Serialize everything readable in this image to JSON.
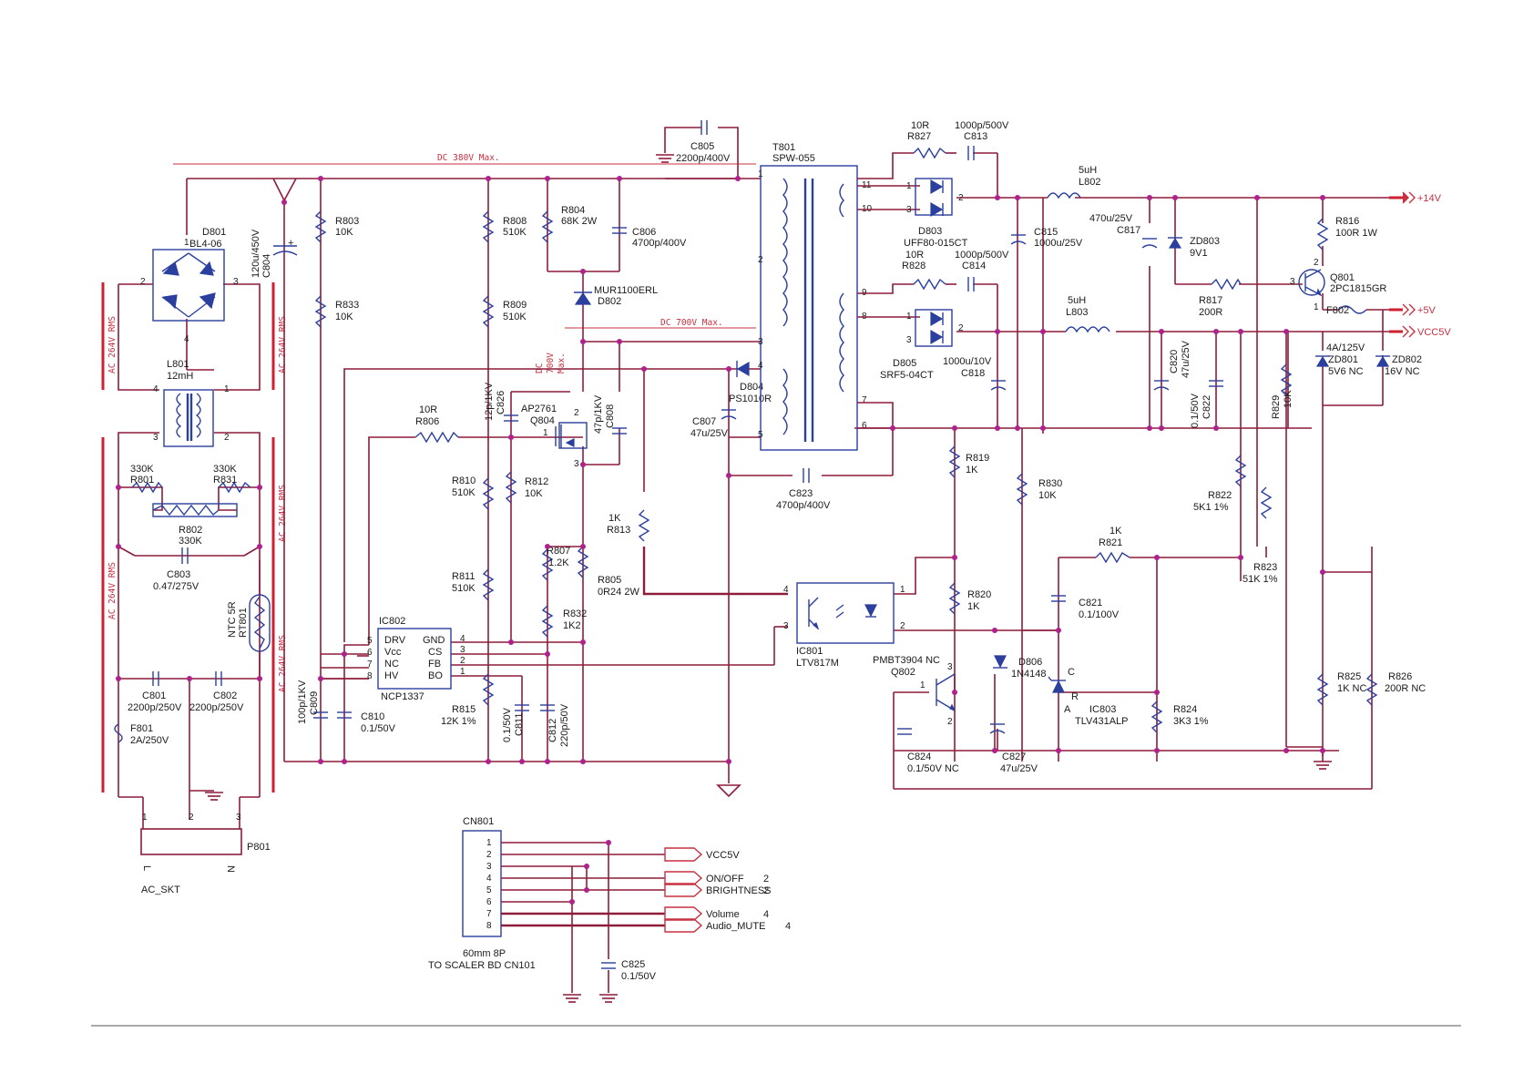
{
  "labels": {
    "dc380": "DC 380V Max.",
    "dc700": "DC 700V Max.",
    "dc700v1": "DC",
    "dc700v2": "700V",
    "dc700v3": "Max.",
    "ac1": "AC 264V RMS",
    "ac2": "AC 264V RMS",
    "ac3": "AC 264V RMS",
    "ac4": "AC 264V RMS",
    "ac5": "AC 264V RMS"
  },
  "parts": {
    "d801_ref": "D801",
    "d801_val": "BL4-06",
    "c804_ref": "C804",
    "c804_val": "120u/450V",
    "l801_ref": "L801",
    "l801_val": "12mH",
    "r801_ref": "R801",
    "r801_val": "330K",
    "r831_ref": "R831",
    "r831_val": "330K",
    "r802_ref": "R802",
    "r802_val": "330K",
    "c803_ref": "C803",
    "c803_val": "0.47/275V",
    "rt801_ref": "RT801",
    "rt801_val": "NTC 5R",
    "c801_ref": "C801",
    "c801_val": "2200p/250V",
    "c802_ref": "C802",
    "c802_val": "2200p/250V",
    "f801_ref": "F801",
    "f801_val": "2A/250V",
    "p801_ref": "P801",
    "p801_name": "AC_SKT",
    "p801_l": "L",
    "p801_n": "N",
    "r803_ref": "R803",
    "r803_val": "10K",
    "r833_ref": "R833",
    "r833_val": "10K",
    "c809_ref": "C809",
    "c809_val": "100p/1KV",
    "c810_ref": "C810",
    "c810_val": "0.1/50V",
    "ic802_ref": "IC802",
    "ic802_part": "NCP1337",
    "ic802_drv": "DRV",
    "ic802_vcc": "Vcc",
    "ic802_nc": "NC",
    "ic802_hv": "HV",
    "ic802_gnd": "GND",
    "ic802_cs": "CS",
    "ic802_fb": "FB",
    "ic802_bo": "BO",
    "r806_ref": "R806",
    "r806_val": "10R",
    "c826_ref": "C826",
    "c826_val": "12p/1KV",
    "r808_ref": "R808",
    "r808_val": "510K",
    "r809_ref": "R809",
    "r809_val": "510K",
    "r810_ref": "R810",
    "r810_val": "510K",
    "r811_ref": "R811",
    "r811_val": "510K",
    "r815_ref": "R815",
    "r815_val": "12K 1%",
    "c811_ref": "C811",
    "c811_val": "0.1/50V",
    "r804_ref": "R804",
    "r804_val": "68K 2W",
    "c806_ref": "C806",
    "c806_val": "4700p/400V",
    "c805_ref": "C805",
    "c805_val": "2200p/400V",
    "d802_ref": "D802",
    "d802_val": "MUR1100ERL",
    "q804_ref": "Q804",
    "q804_val": "AP2761",
    "c808_ref": "C808",
    "c808_val": "47p/1KV",
    "r812_ref": "R812",
    "r812_val": "10K",
    "r807_ref": "R807",
    "r807_val": "1.2K",
    "r832_ref": "R832",
    "r832_val": "1K2",
    "r805_ref": "R805",
    "r805_val": "0R24 2W",
    "c812_ref": "C812",
    "c812_val": "220p/50V",
    "r813_ref": "R813",
    "r813_val": "1K",
    "d804_ref": "D804",
    "d804_val": "PS1010R",
    "c807_ref": "C807",
    "c807_val": "47u/25V",
    "t801_ref": "T801",
    "t801_val": "SPW-055",
    "c823_ref": "C823",
    "c823_val": "4700p/400V",
    "ic801_ref": "IC801",
    "ic801_part": "LTV817M",
    "r827_ref": "R827",
    "r827_val": "10R",
    "c813_ref": "C813",
    "c813_val": "1000p/500V",
    "d803_ref": "D803",
    "d803_val": "UFF80-015CT",
    "r828_ref": "R828",
    "r828_val": "10R",
    "c814_ref": "C814",
    "c814_val": "1000p/500V",
    "d805_ref": "D805",
    "d805_val": "SRF5-04CT",
    "c818_ref": "C818",
    "c818_val": "1000u/10V",
    "l802_ref": "L802",
    "l802_val": "5uH",
    "l803_ref": "L803",
    "l803_val": "5uH",
    "c815_ref": "C815",
    "c815_val": "1000u/25V",
    "c817_ref": "C817",
    "c817_val": "470u/25V",
    "zd803_ref": "ZD803",
    "zd803_val": "9V1",
    "r817_ref": "R817",
    "r817_val": "200R",
    "r816_ref": "R816",
    "r816_val": "100R 1W",
    "q801_ref": "Q801",
    "q801_val": "2PC1815GR",
    "f802_ref": "F802",
    "f802_val": "4A/125V",
    "zd801_ref": "ZD801",
    "zd801_val": "5V6 NC",
    "zd802_ref": "ZD802",
    "zd802_val": "16V NC",
    "c820_ref": "C820",
    "c820_val": "47u/25V",
    "c822_ref": "C822",
    "c822_val": "0.1/50V",
    "r829_ref": "R829",
    "r829_val": "10K",
    "r819_ref": "R819",
    "r819_val": "1K",
    "r830_ref": "R830",
    "r830_val": "10K",
    "r822_ref": "R822",
    "r822_val": "5K1 1%",
    "r823_ref": "R823",
    "r823_val": "51K 1%",
    "r821_ref": "R821",
    "r821_val": "1K",
    "r820_ref": "R820",
    "r820_val": "1K",
    "c821_ref": "C821",
    "c821_val": "0.1/100V",
    "d806_ref": "D806",
    "d806_val": "1N4148",
    "q802_ref": "Q802",
    "q802_val": "PMBT3904 NC",
    "ic803_ref": "IC803",
    "ic803_part": "TLV431ALP",
    "ic803_c": "C",
    "ic803_r": "R",
    "ic803_a": "A",
    "r824_ref": "R824",
    "r824_val": "3K3 1%",
    "c824_ref": "C824",
    "c824_val": "0.1/50V NC",
    "c827_ref": "C827",
    "c827_val": "47u/25V",
    "r825_ref": "R825",
    "r825_val": "1K NC",
    "r826_ref": "R826",
    "r826_val": "200R NC",
    "cn801_ref": "CN801",
    "cn801_val": "60mm 8P",
    "cn801_note": "TO SCALER BD CN101",
    "c825_ref": "C825",
    "c825_val": "0.1/50V"
  },
  "rails": {
    "p14v": "+14V",
    "p5v": "+5V",
    "vcc5v": "VCC5V"
  },
  "connector_signals": [
    {
      "label": "VCC5V",
      "page": ""
    },
    {
      "label": "ON/OFF",
      "page": "2"
    },
    {
      "label": "BRIGHTNESS",
      "page": "2"
    },
    {
      "label": "Volume",
      "page": "4"
    },
    {
      "label": "Audio_MUTE",
      "page": "4"
    }
  ],
  "colors": {
    "wire": "#8e1c3c",
    "component": "#2a3f9e",
    "annotation": "#c83040",
    "junction": "#b0208e"
  }
}
